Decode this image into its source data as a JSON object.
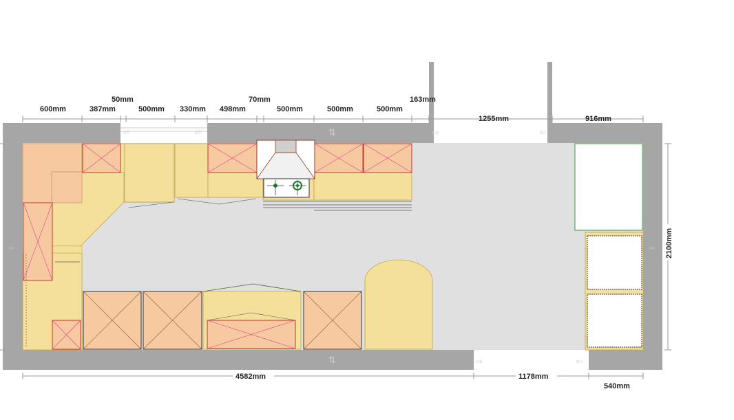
{
  "top_dimensions": {
    "d600": "600mm",
    "d387": "387mm",
    "d50": "50mm",
    "d500a": "500mm",
    "d330": "330mm",
    "d498": "498mm",
    "d70": "70mm",
    "d500b": "500mm",
    "d500c": "500mm",
    "d500d": "500mm",
    "d163": "163mm",
    "d1255": "1255mm",
    "d916": "916mm"
  },
  "bottom_dimensions": {
    "d4582": "4582mm",
    "d1178": "1178mm",
    "d540": "540mm"
  },
  "side_dimensions": {
    "d2100": "2100mm"
  },
  "colors": {
    "wall": "#a6a6a6",
    "floor": "#e0e0e0",
    "worktop": "#f4e09a",
    "wall_cabinet": "#f6c9a0",
    "cabinet_outline": "#c0392b",
    "cross": "#e0408a",
    "dim_line": "#999999"
  }
}
